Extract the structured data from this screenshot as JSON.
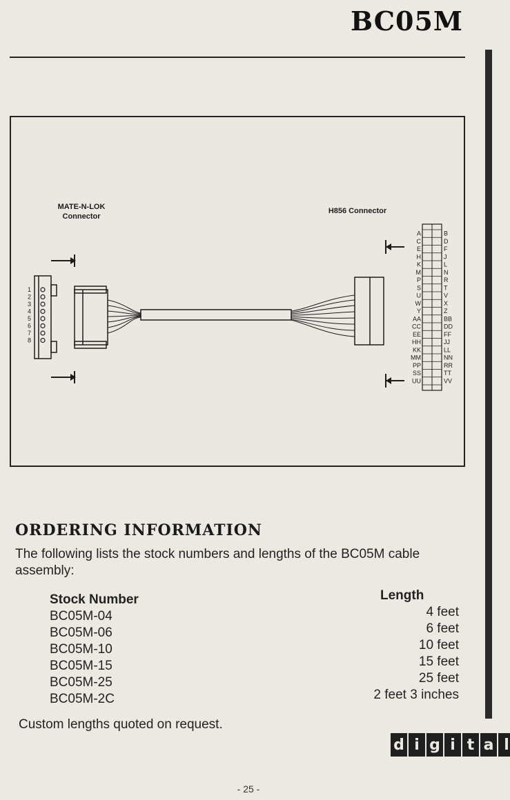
{
  "header": {
    "title": "BC05M"
  },
  "figure": {
    "left_label": [
      "MATE-N-LOK",
      "Connector"
    ],
    "right_label": "H856 Connector",
    "pins": [
      "1",
      "2",
      "3",
      "4",
      "5",
      "6",
      "7",
      "8"
    ],
    "left_col": [
      "A",
      "C",
      "E",
      "H",
      "K",
      "M",
      "P",
      "S",
      "U",
      "W",
      "Y",
      "AA",
      "CC",
      "EE",
      "HH",
      "KK",
      "MM",
      "PP",
      "SS",
      "UU"
    ],
    "right_col": [
      "B",
      "D",
      "F",
      "J",
      "L",
      "N",
      "R",
      "T",
      "V",
      "X",
      "Z",
      "BB",
      "DD",
      "FF",
      "JJ",
      "LL",
      "NN",
      "RR",
      "TT",
      "VV"
    ]
  },
  "ordering": {
    "heading": "ORDERING INFORMATION",
    "intro": "The following lists the stock numbers and lengths of the BC05M cable assembly:",
    "stock_header": "Stock Number",
    "length_header": "Length",
    "rows": [
      {
        "stock": "BC05M-04",
        "length": "4 feet"
      },
      {
        "stock": "BC05M-06",
        "length": "6 feet"
      },
      {
        "stock": "BC05M-10",
        "length": "10 feet"
      },
      {
        "stock": "BC05M-15",
        "length": "15 feet"
      },
      {
        "stock": "BC05M-25",
        "length": "25 feet"
      },
      {
        "stock": "BC05M-2C",
        "length": "2 feet 3 inches"
      }
    ],
    "note": "Custom lengths quoted on request."
  },
  "logo": [
    "d",
    "i",
    "g",
    "i",
    "t",
    "a",
    "l"
  ],
  "footer": {
    "page": "- 25 -"
  }
}
